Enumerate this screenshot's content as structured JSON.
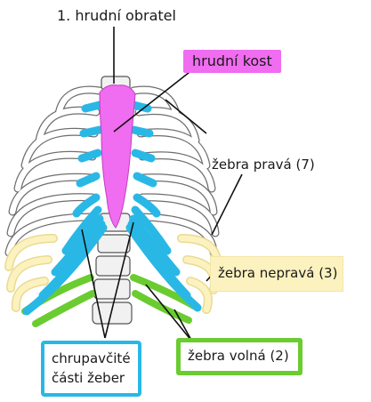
{
  "labels": {
    "vertebra": "1. hrudní obratel",
    "sternum": "hrudní kost",
    "true_ribs": "žebra pravá (7)",
    "false_ribs": "žebra nepravá (3)",
    "floating_ribs": "žebra volná (2)",
    "cartilage_line1": "chrupavčité",
    "cartilage_line2": "části žeber"
  },
  "colors": {
    "sternum": "#f06cf0",
    "cartilage": "#29b8e6",
    "false_ribs": "#fcf2bf",
    "floating_ribs": "#6acc30",
    "bone_outline": "#555555"
  }
}
